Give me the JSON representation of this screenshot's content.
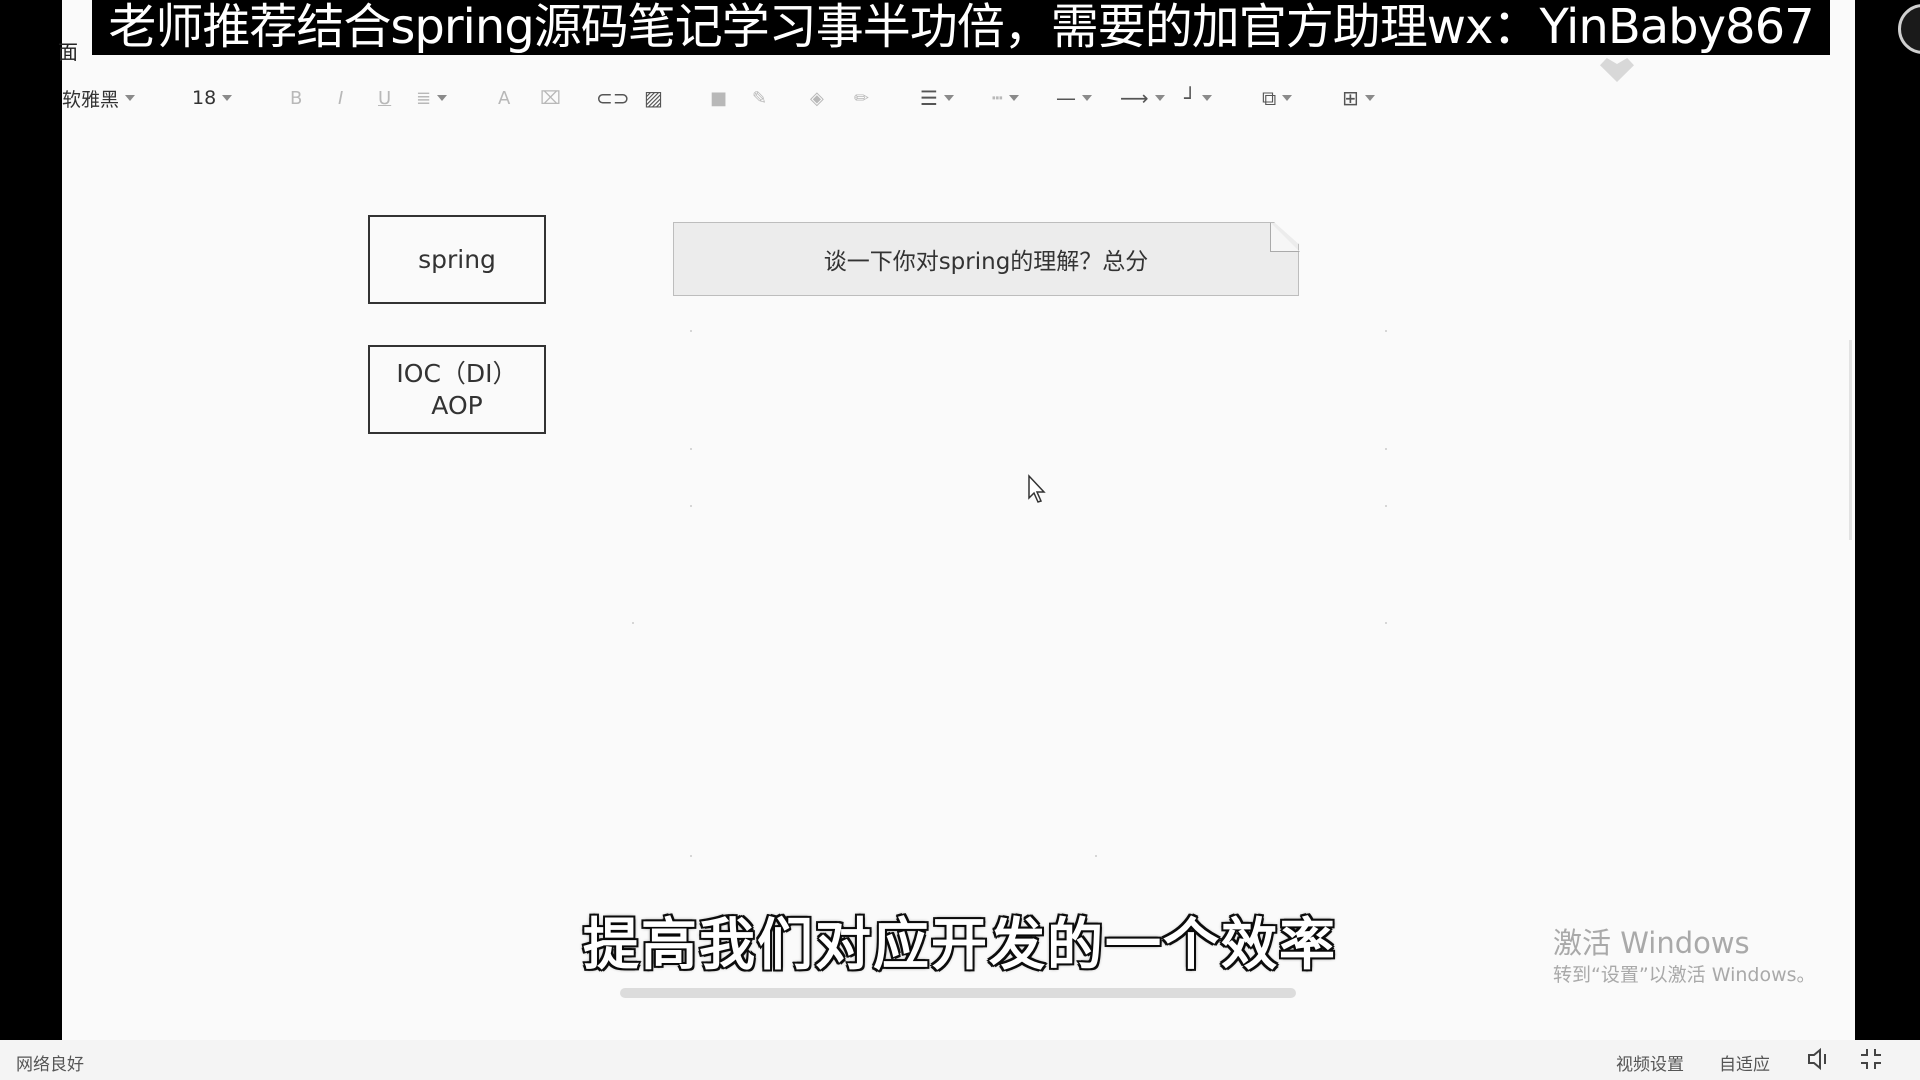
{
  "banner": {
    "text": "老师推荐结合spring源码笔记学习事半功倍，需要的加官方助理wx：YinBaby867"
  },
  "window": {
    "left_tab_char": "面"
  },
  "toolbar": {
    "font_name": "软雅黑",
    "font_size": "18",
    "icons": [
      "bold-icon",
      "italic-icon",
      "underline-icon",
      "align-icon",
      "font-color-icon",
      "clear-format-icon",
      "link-icon",
      "image-icon",
      "shape-icon",
      "format-brush-icon",
      "fill-icon",
      "pen-icon",
      "line-weight-icon",
      "line-dash-icon",
      "line-style-icon",
      "arrow-icon",
      "connector-icon",
      "arrange-icon",
      "table-icon"
    ]
  },
  "canvas": {
    "box_spring": "spring",
    "box_ioc_line1": "IOC（DI）",
    "box_ioc_line2": "AOP",
    "note_text": "谈一下你对spring的理解？总分"
  },
  "subtitle": {
    "text": "提高我们对应开发的一个效率"
  },
  "watermark": {
    "line1": "激活 Windows",
    "line2": "转到“设置”以激活 Windows。"
  },
  "player_bar": {
    "network_status": "网络良好",
    "video_settings": "视频设置",
    "adaptive": "自适应"
  },
  "colors": {
    "banner_bg": "#000000",
    "canvas_bg": "#fafafa",
    "box_border": "#333333",
    "note_bg": "#ececec"
  }
}
